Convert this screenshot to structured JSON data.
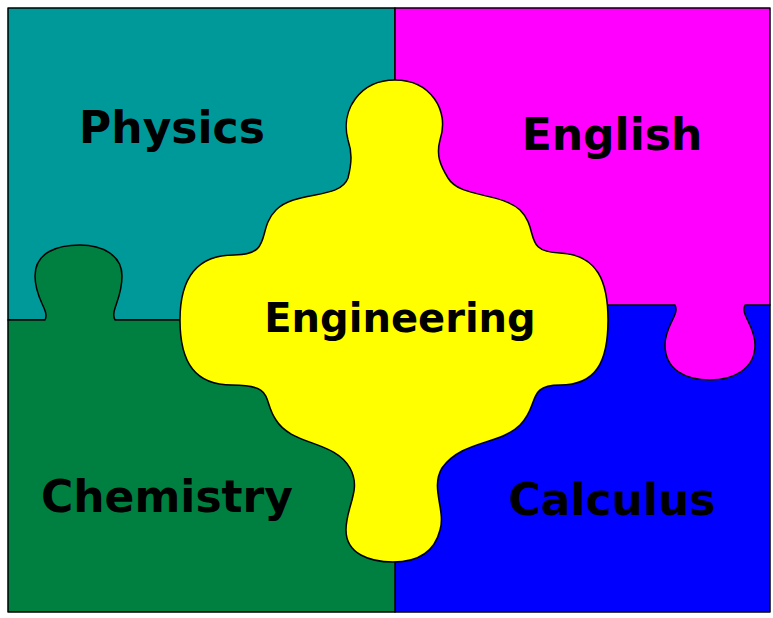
{
  "diagram": {
    "nodes": [
      {
        "text": [
          "Physics"
        ]
      },
      {
        "text": [
          "English"
        ]
      },
      {
        "text": [
          "Engineering"
        ]
      },
      {
        "text": [
          "Chemistry"
        ]
      },
      {
        "text": [
          "Calculus"
        ]
      }
    ]
  }
}
